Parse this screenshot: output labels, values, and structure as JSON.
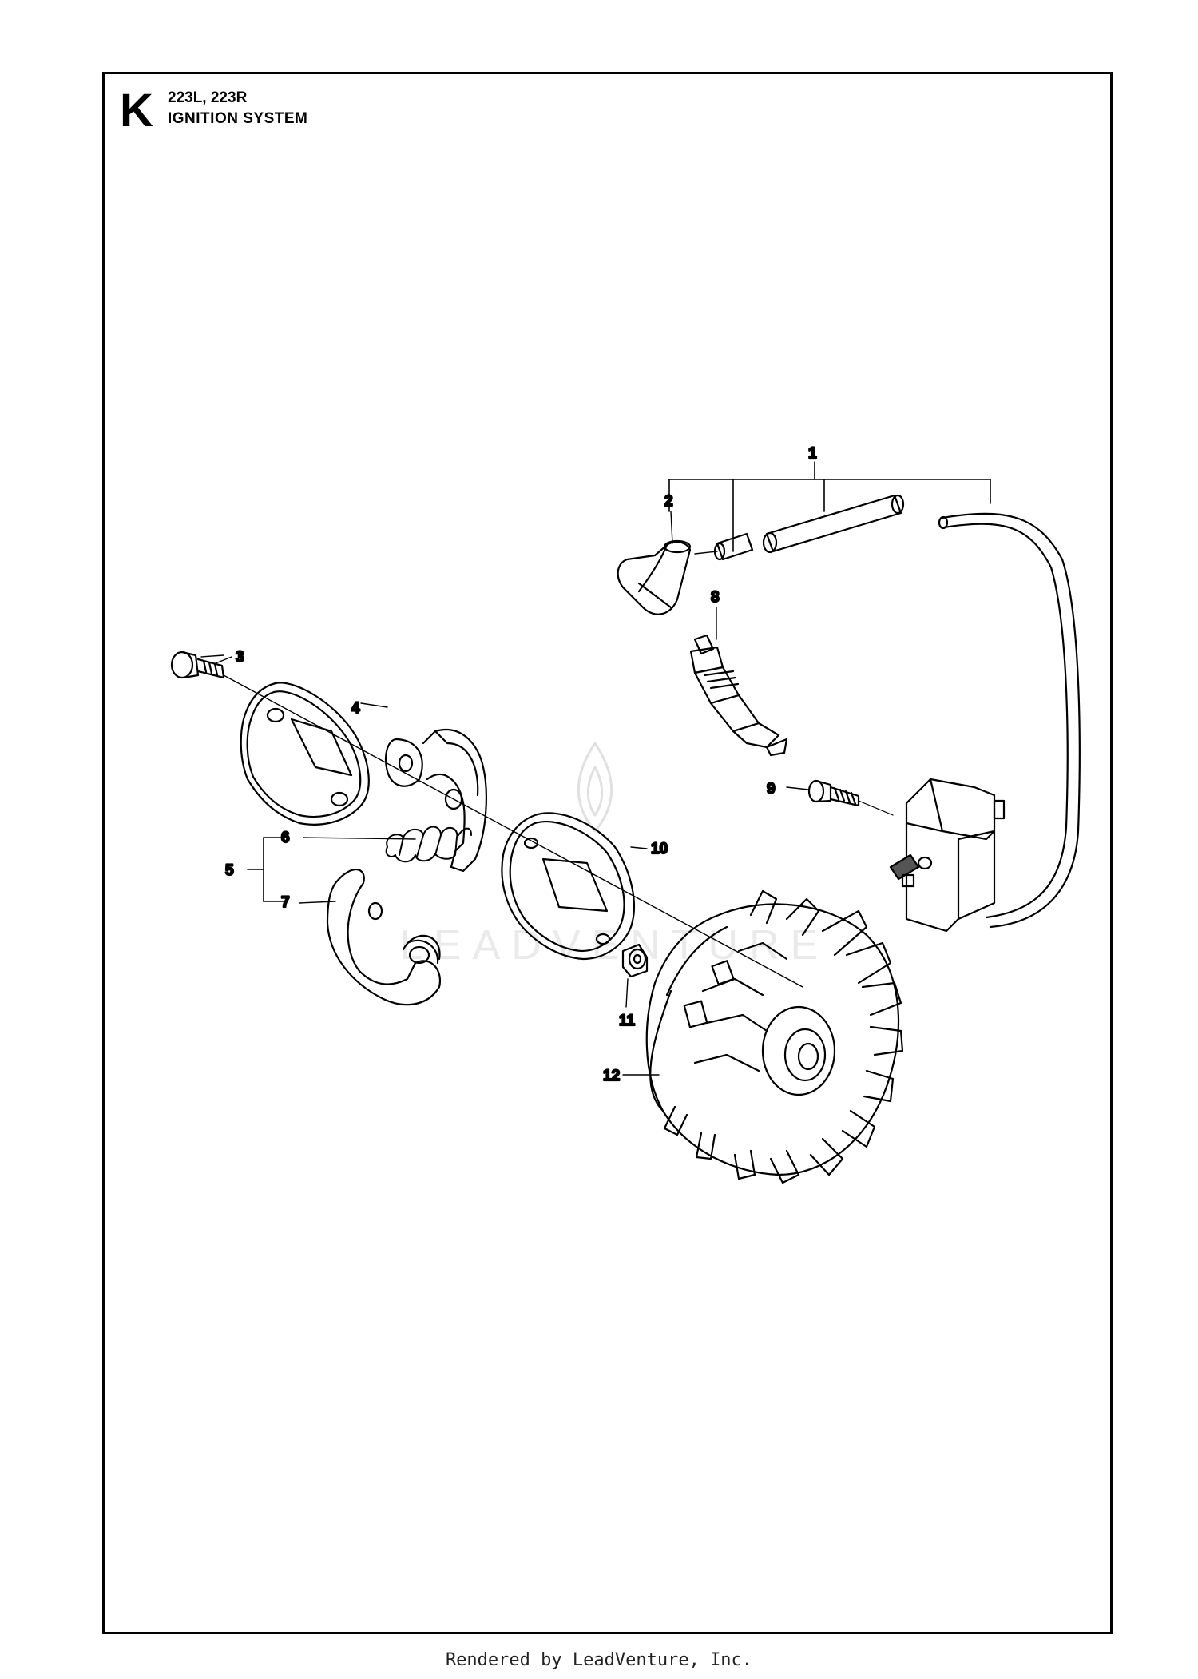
{
  "sheet": {
    "letter": "K",
    "models": "223L, 223R",
    "title": "IGNITION SYSTEM"
  },
  "callouts": [
    {
      "id": "1",
      "label": "1"
    },
    {
      "id": "2",
      "label": "2"
    },
    {
      "id": "3",
      "label": "3"
    },
    {
      "id": "4",
      "label": "4"
    },
    {
      "id": "5",
      "label": "5"
    },
    {
      "id": "6",
      "label": "6"
    },
    {
      "id": "7",
      "label": "7"
    },
    {
      "id": "8",
      "label": "8"
    },
    {
      "id": "9",
      "label": "9"
    },
    {
      "id": "10",
      "label": "10"
    },
    {
      "id": "11",
      "label": "11"
    },
    {
      "id": "12",
      "label": "12"
    }
  ],
  "footer": "Rendered by LeadVenture, Inc."
}
